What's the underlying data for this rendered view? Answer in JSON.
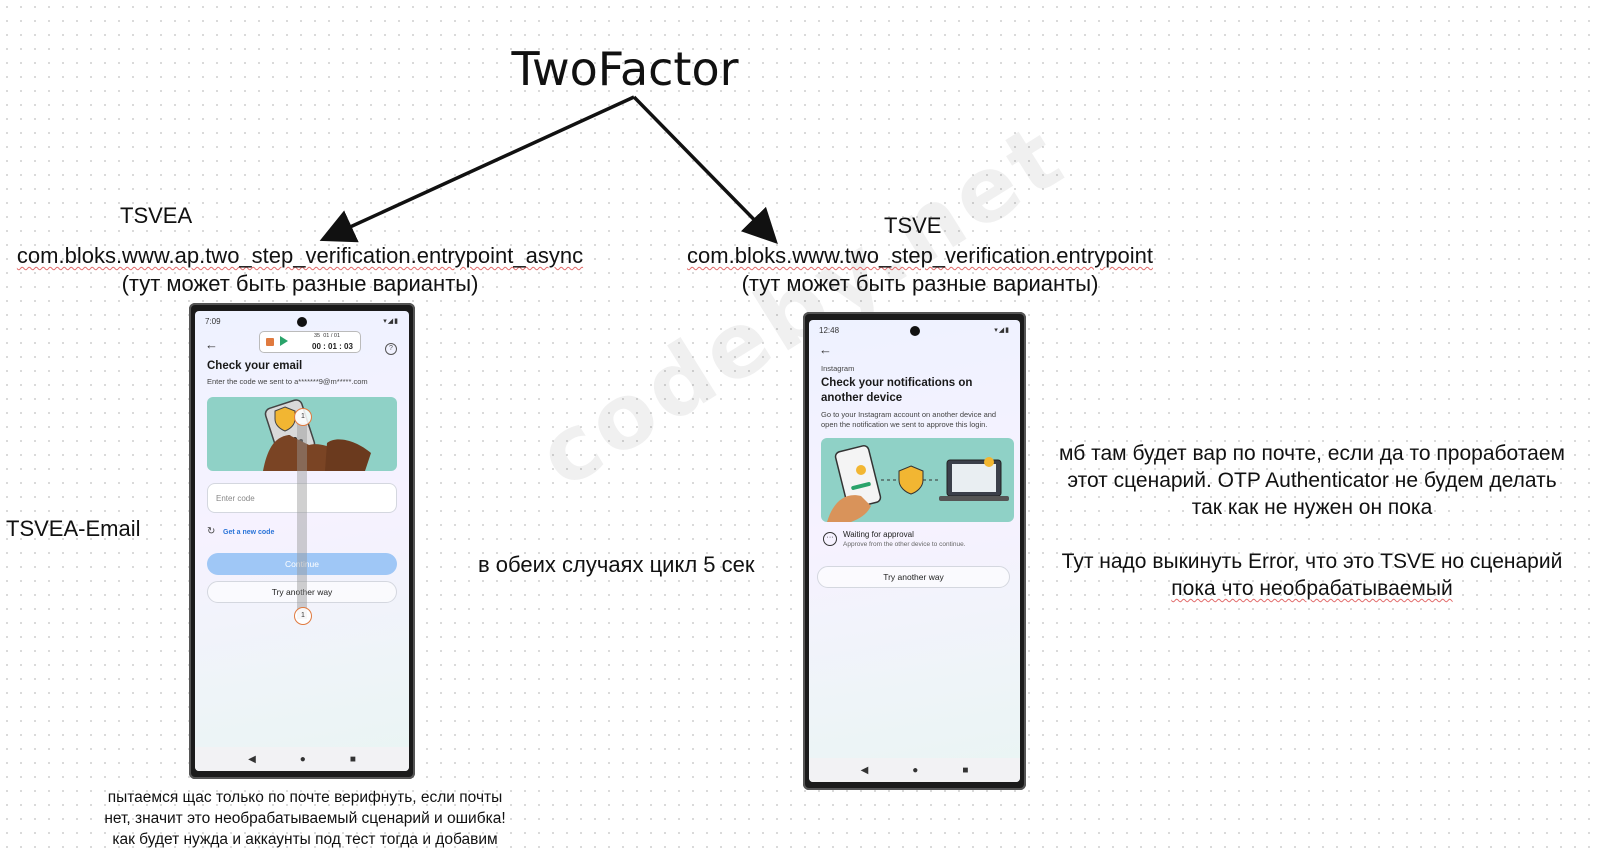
{
  "title": "TwoFactor",
  "left_branch": {
    "tag": "TSVEA",
    "entrypoint": "com.bloks.www.ap.two_step_verification.entrypoint_async",
    "variants_note": "(тут может быть разные варианты)",
    "side_label": "TSVEA-Email",
    "bottom_note_lines": [
      "пытаемся щас только по почте верифнуть, если почты",
      "нет, значит это необрабатываемый сценарий и ошибка!",
      "как будет нужда и аккаунты под тест тогда и добавим"
    ]
  },
  "right_branch": {
    "tag": "TSVE",
    "entrypoint": "com.bloks.www.two_step_verification.entrypoint",
    "variants_note": "(тут может быть разные варианты)",
    "note_lines_1": [
      "мб там будет вар по почте, если да то проработаем",
      "этот сценарий. OTP Authenticator не будем делать",
      "так как не нужен он пока"
    ],
    "note_lines_2": [
      "Тут надо выкинуть Error, что это TSVE но сценарий",
      "пока что необрабатываемый"
    ]
  },
  "middle_note": "в обеих случаях цикл 5 сек",
  "watermark": "codeby.net",
  "phone_email": {
    "status_time": "7:09",
    "recorder_time": "00 : 01 : 03",
    "recorder_count_a": "35",
    "recorder_count_b": "01 / 01",
    "help_icon": "?",
    "heading": "Check your email",
    "subtext": "Enter the code we sent to a*******9@m*****.com",
    "input_placeholder": "Enter code",
    "get_new_code": "Get a new code",
    "continue_label": "Continue",
    "try_another": "Try another way",
    "marker_1": "1",
    "marker_2": "1",
    "nav_back": "◀",
    "nav_home": "●",
    "nav_recent": "■"
  },
  "phone_notify": {
    "status_time": "12:48",
    "brand": "Instagram",
    "heading_line1": "Check your notifications on",
    "heading_line2": "another device",
    "subtext_line1": "Go to your Instagram account on another device and",
    "subtext_line2": "open the notification we sent to approve this login.",
    "waiting_title": "Waiting for approval",
    "waiting_sub": "Approve from the other device to continue.",
    "waiting_icon": "···",
    "try_another": "Try another way",
    "nav_back": "◀",
    "nav_home": "●",
    "nav_recent": "■"
  }
}
